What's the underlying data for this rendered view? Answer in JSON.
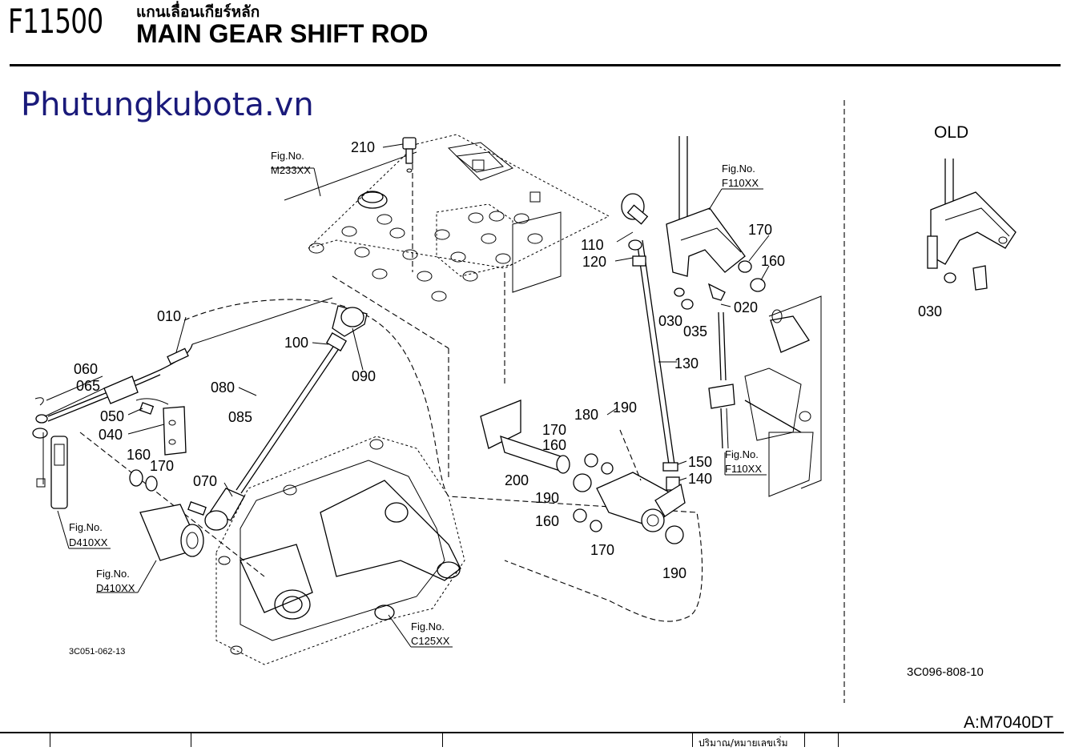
{
  "header": {
    "code": "F11500",
    "thai_title": "แกนเลื่อนเกียร์หลัก",
    "title": "MAIN GEAR SHIFT ROD"
  },
  "watermark": "Phutungkubota.vn",
  "model": "A:M7040DT",
  "table_header": {
    "qty_label": "ปริมาณ/หมายเลขเริ่ม"
  },
  "diagram": {
    "part_labels": [
      "210",
      "110",
      "120",
      "170",
      "160",
      "030",
      "035",
      "020",
      "130",
      "150",
      "140",
      "010",
      "060",
      "065",
      "050",
      "040",
      "160",
      "170",
      "100",
      "090",
      "080",
      "085",
      "070",
      "180",
      "190",
      "170",
      "160",
      "200",
      "190",
      "160",
      "170",
      "190",
      "030"
    ],
    "fig_refs": [
      {
        "fig": "Fig.No.",
        "ref": "M233XX"
      },
      {
        "fig": "Fig.No.",
        "ref": "F110XX"
      },
      {
        "fig": "Fig.No.",
        "ref": "F110XX"
      },
      {
        "fig": "Fig.No.",
        "ref": "D410XX"
      },
      {
        "fig": "Fig.No.",
        "ref": "D410XX"
      },
      {
        "fig": "Fig.No.",
        "ref": "C125XX"
      }
    ],
    "old_label": "OLD",
    "ref_left": "3C051-062-13",
    "ref_right": "3C096-808-10"
  }
}
